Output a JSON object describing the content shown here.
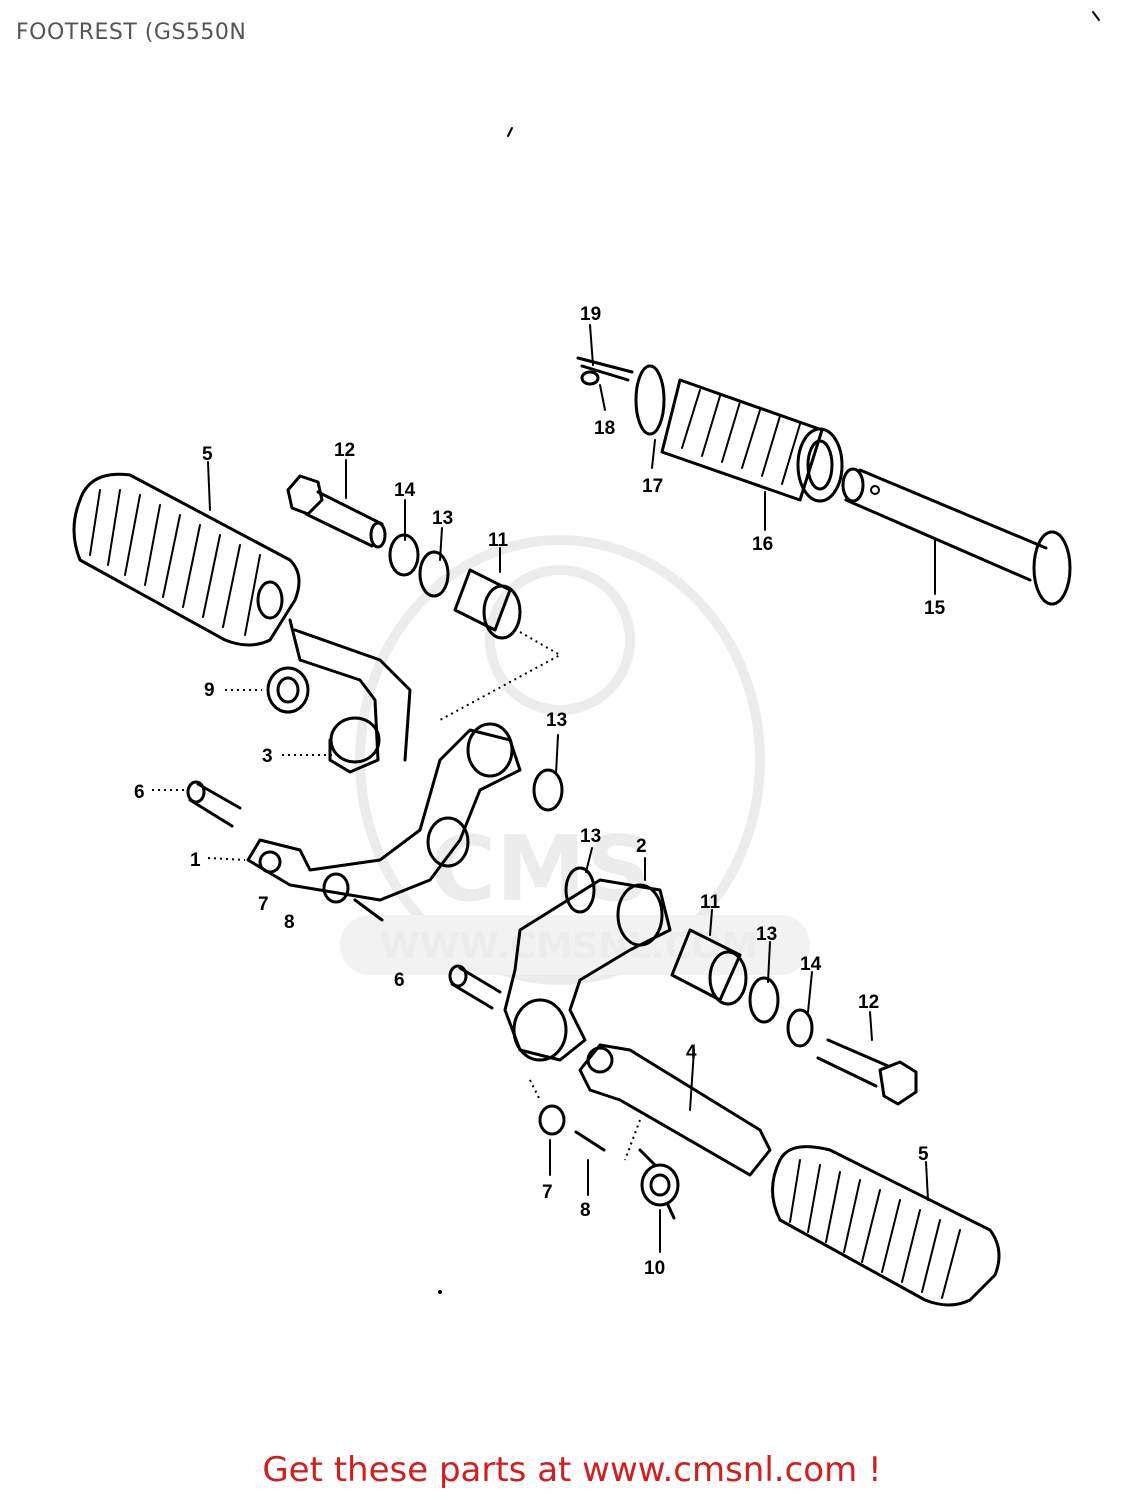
{
  "title": "FOOTREST (GS550N",
  "footer": "Get these parts at www.cmsnl.com !",
  "watermark": {
    "logo_text": "CMS",
    "url_text": "WWW.CMSNL.COM"
  },
  "callouts": [
    "1",
    "2",
    "3",
    "4",
    "5",
    "5",
    "6",
    "6",
    "7",
    "7",
    "8",
    "8",
    "9",
    "10",
    "11",
    "11",
    "12",
    "12",
    "13",
    "13",
    "13",
    "13",
    "14",
    "14",
    "15",
    "16",
    "17",
    "18",
    "19"
  ],
  "colors": {
    "footer": "#d41e1e",
    "title": "#555555",
    "ink": "#000000",
    "watermark": "#ececec"
  }
}
